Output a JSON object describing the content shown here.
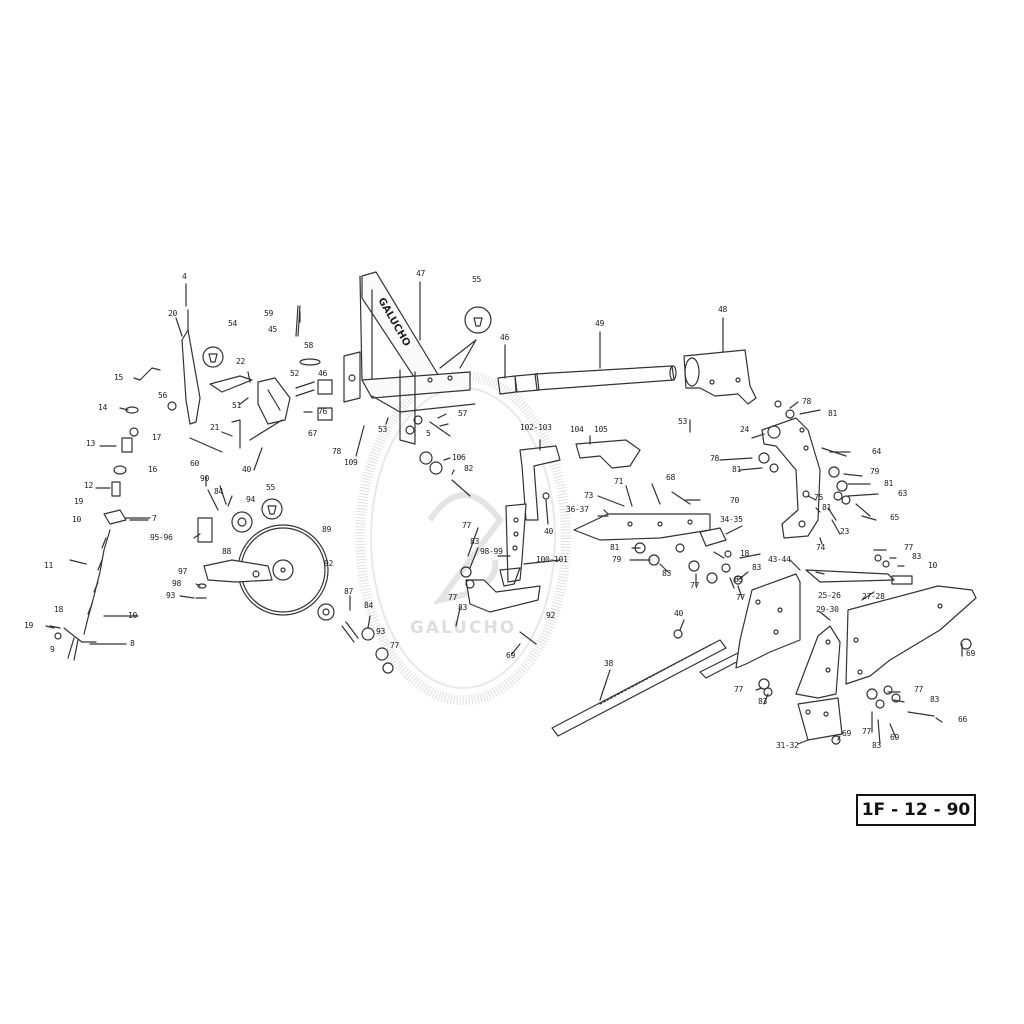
{
  "sheet": {
    "code": "1F - 12 - 90",
    "frame_brand": "GALUCHO",
    "watermark_text": "GALUCHO"
  },
  "labels": [
    {
      "id": "p4",
      "text": "4"
    },
    {
      "id": "p20",
      "text": "20"
    },
    {
      "id": "p54",
      "text": "54"
    },
    {
      "id": "p45",
      "text": "45"
    },
    {
      "id": "p59",
      "text": "59"
    },
    {
      "id": "p58",
      "text": "58"
    },
    {
      "id": "p22",
      "text": "22"
    },
    {
      "id": "p52",
      "text": "52"
    },
    {
      "id": "p46a",
      "text": "46"
    },
    {
      "id": "p15",
      "text": "15"
    },
    {
      "id": "p56",
      "text": "56"
    },
    {
      "id": "p51",
      "text": "51"
    },
    {
      "id": "p14",
      "text": "14"
    },
    {
      "id": "p17",
      "text": "17"
    },
    {
      "id": "p76a",
      "text": "76"
    },
    {
      "id": "p67",
      "text": "67"
    },
    {
      "id": "p21",
      "text": "21"
    },
    {
      "id": "p13",
      "text": "13"
    },
    {
      "id": "p60",
      "text": "60"
    },
    {
      "id": "p40a",
      "text": "40"
    },
    {
      "id": "p16",
      "text": "16"
    },
    {
      "id": "p12",
      "text": "12"
    },
    {
      "id": "p90",
      "text": "90"
    },
    {
      "id": "p84a",
      "text": "84"
    },
    {
      "id": "p94",
      "text": "94"
    },
    {
      "id": "p55a",
      "text": "55"
    },
    {
      "id": "p19a",
      "text": "19"
    },
    {
      "id": "p10a",
      "text": "10"
    },
    {
      "id": "p7",
      "text": "7"
    },
    {
      "id": "p9596",
      "text": "95-96"
    },
    {
      "id": "p88",
      "text": "88"
    },
    {
      "id": "p89",
      "text": "89"
    },
    {
      "id": "p11",
      "text": "11"
    },
    {
      "id": "p97",
      "text": "97"
    },
    {
      "id": "p98",
      "text": "98"
    },
    {
      "id": "p92",
      "text": "92"
    },
    {
      "id": "p93a",
      "text": "93"
    },
    {
      "id": "p87",
      "text": "87"
    },
    {
      "id": "p84b",
      "text": "84"
    },
    {
      "id": "p93b",
      "text": "93"
    },
    {
      "id": "p77a",
      "text": "77"
    },
    {
      "id": "p18a",
      "text": "18"
    },
    {
      "id": "p19b",
      "text": "19"
    },
    {
      "id": "p10b",
      "text": "10"
    },
    {
      "id": "p8",
      "text": "8"
    },
    {
      "id": "p9",
      "text": "9"
    },
    {
      "id": "p47",
      "text": "47"
    },
    {
      "id": "p55b",
      "text": "55"
    },
    {
      "id": "p49",
      "text": "49"
    },
    {
      "id": "p48",
      "text": "48"
    },
    {
      "id": "p46b",
      "text": "46"
    },
    {
      "id": "p57",
      "text": "57"
    },
    {
      "id": "p53a",
      "text": "53"
    },
    {
      "id": "p78a",
      "text": "78"
    },
    {
      "id": "p109",
      "text": "109"
    },
    {
      "id": "p53b",
      "text": "53"
    },
    {
      "id": "p5",
      "text": "5"
    },
    {
      "id": "p106",
      "text": "106"
    },
    {
      "id": "p82",
      "text": "82"
    },
    {
      "id": "p102103",
      "text": "102-103"
    },
    {
      "id": "p104",
      "text": "104"
    },
    {
      "id": "p105",
      "text": "105"
    },
    {
      "id": "p3637",
      "text": "36-37"
    },
    {
      "id": "p40b",
      "text": "40"
    },
    {
      "id": "p77b",
      "text": "77"
    },
    {
      "id": "p83a",
      "text": "83"
    },
    {
      "id": "p9899",
      "text": "98-99"
    },
    {
      "id": "p100101",
      "text": "100-101"
    },
    {
      "id": "p77c",
      "text": "77"
    },
    {
      "id": "p83b",
      "text": "83"
    },
    {
      "id": "p92b",
      "text": "92"
    },
    {
      "id": "p69a",
      "text": "69"
    },
    {
      "id": "p40c",
      "text": "40"
    },
    {
      "id": "p38",
      "text": "38"
    },
    {
      "id": "p73",
      "text": "73"
    },
    {
      "id": "p71",
      "text": "71"
    },
    {
      "id": "p68",
      "text": "68"
    },
    {
      "id": "p70",
      "text": "70"
    },
    {
      "id": "p3435",
      "text": "34-35"
    },
    {
      "id": "p81a",
      "text": "81"
    },
    {
      "id": "p79a",
      "text": "79"
    },
    {
      "id": "p83c",
      "text": "83"
    },
    {
      "id": "p77d",
      "text": "77"
    },
    {
      "id": "p18b",
      "text": "18"
    },
    {
      "id": "p83d",
      "text": "83"
    },
    {
      "id": "p83e",
      "text": "83"
    },
    {
      "id": "p77e",
      "text": "77"
    },
    {
      "id": "p78b",
      "text": "78"
    },
    {
      "id": "p81b",
      "text": "81"
    },
    {
      "id": "p24",
      "text": "24"
    },
    {
      "id": "p64",
      "text": "64"
    },
    {
      "id": "p78c",
      "text": "78"
    },
    {
      "id": "p81c",
      "text": "81"
    },
    {
      "id": "p79b",
      "text": "79"
    },
    {
      "id": "p81d",
      "text": "81"
    },
    {
      "id": "p63",
      "text": "63"
    },
    {
      "id": "p75",
      "text": "75"
    },
    {
      "id": "p81e",
      "text": "81"
    },
    {
      "id": "p65",
      "text": "65"
    },
    {
      "id": "p23",
      "text": "23"
    },
    {
      "id": "p74",
      "text": "74"
    },
    {
      "id": "p77f",
      "text": "77"
    },
    {
      "id": "p83f",
      "text": "83"
    },
    {
      "id": "p10c",
      "text": "10"
    },
    {
      "id": "p4344",
      "text": "43-44"
    },
    {
      "id": "p2526",
      "text": "25-26"
    },
    {
      "id": "p2728",
      "text": "27-28"
    },
    {
      "id": "p2930",
      "text": "29-30"
    },
    {
      "id": "p69b",
      "text": "69"
    },
    {
      "id": "p77g",
      "text": "77"
    },
    {
      "id": "p83g",
      "text": "83"
    },
    {
      "id": "p77h",
      "text": "77"
    },
    {
      "id": "p83h",
      "text": "83"
    },
    {
      "id": "p66",
      "text": "66"
    },
    {
      "id": "p77i",
      "text": "77"
    },
    {
      "id": "p83i",
      "text": "83"
    },
    {
      "id": "p69c",
      "text": "69"
    },
    {
      "id": "p3132",
      "text": "31-32"
    },
    {
      "id": "p69d",
      "text": "69"
    }
  ]
}
